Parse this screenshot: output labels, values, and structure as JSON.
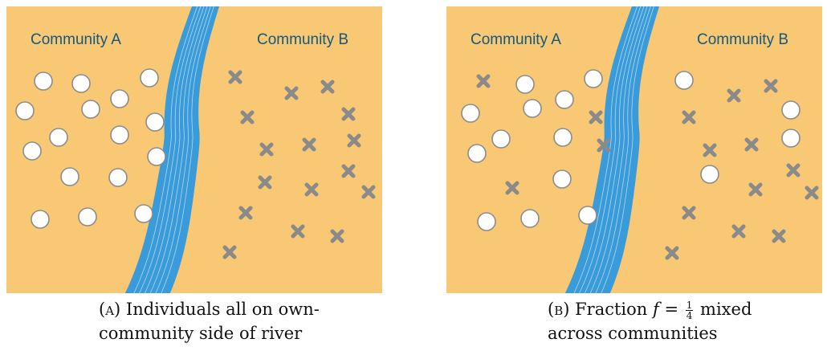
{
  "colors": {
    "land": "#F8C874",
    "river": "#3A9BDA",
    "river_lines": "#CFE6F7",
    "label": "#12597E",
    "circle_fill": "#FFFFFF",
    "circle_stroke": "#8C8C8C",
    "cross": "#8A8A8A"
  },
  "panels": [
    {
      "label_a": "Community A",
      "label_b": "Community B",
      "caption_prefix": "(",
      "caption_letter": "a",
      "caption_line1": ") Individuals all on own-",
      "caption_line2": "community side of river"
    },
    {
      "label_a": "Community A",
      "label_b": "Community B",
      "caption_prefix": "(",
      "caption_letter": "b",
      "caption_before_math": ") Fraction ",
      "math_var": "f",
      "math_eq": " = ",
      "frac_num": "1",
      "frac_den": "4",
      "caption_after_math": " mixed",
      "caption_line2": "across communities",
      "fraction": 0.25
    }
  ],
  "icons": {
    "individual_a": "circle-icon",
    "individual_b": "cross-icon",
    "river": "river-icon"
  }
}
